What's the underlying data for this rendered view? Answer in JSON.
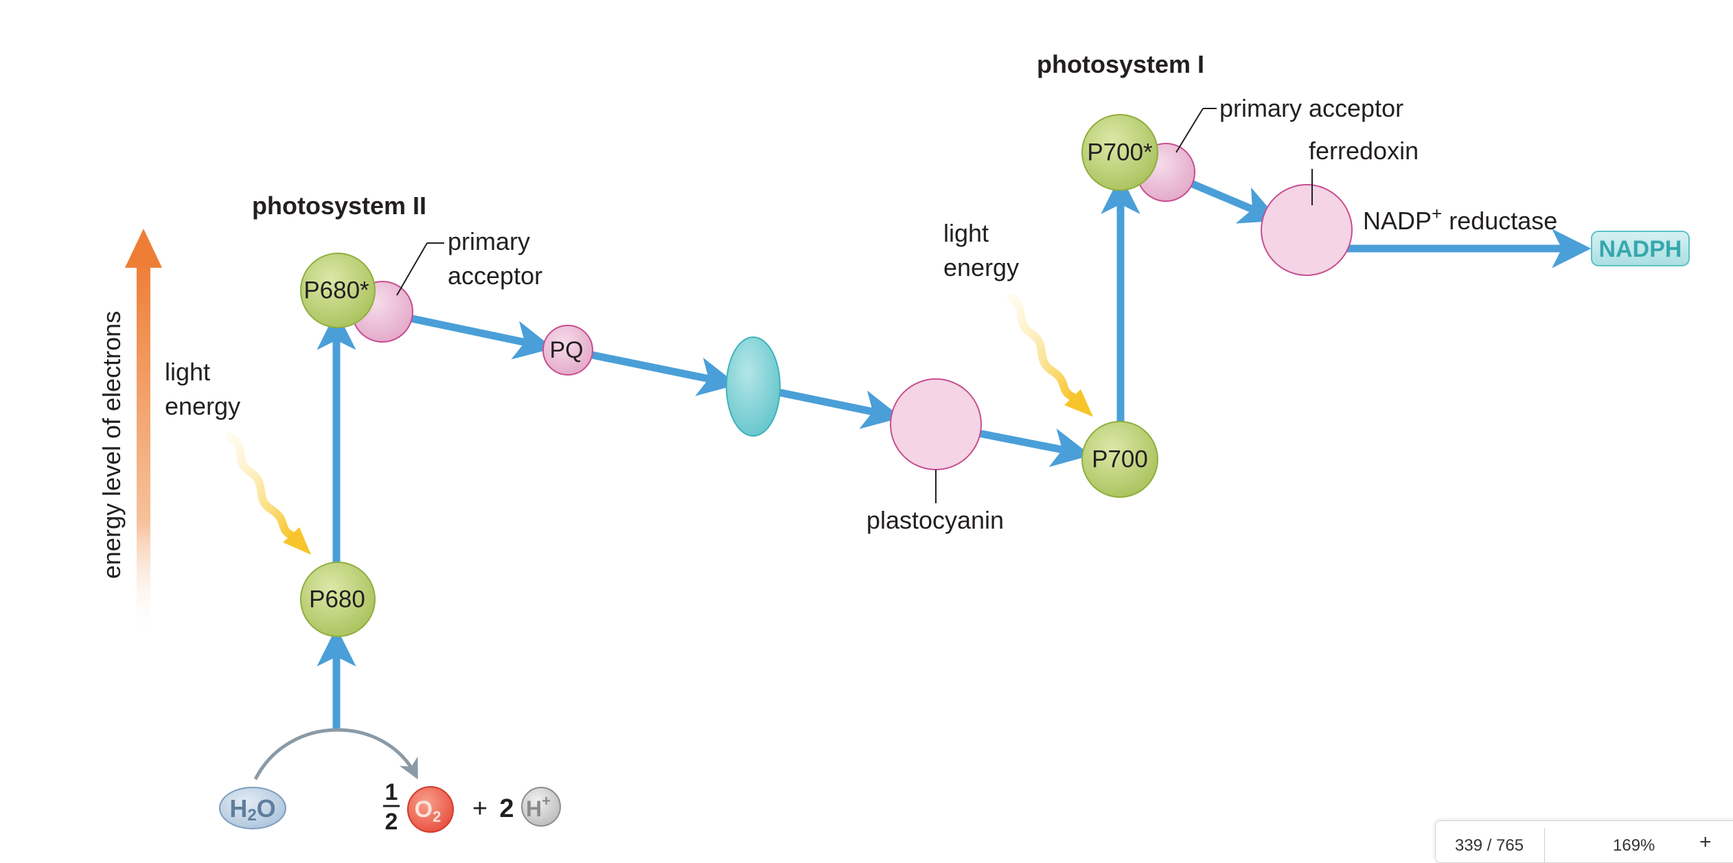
{
  "axis": {
    "label": "energy level of electrons"
  },
  "photosystem_ii": {
    "title": "photosystem II",
    "primary_acceptor_line1": "primary",
    "primary_acceptor_line2": "acceptor",
    "p680_excited": "P680*",
    "p680": "P680",
    "light_line1": "light",
    "light_line2": "energy"
  },
  "transport_chain": {
    "pq": "PQ",
    "plastocyanin": "plastocyanin"
  },
  "photosystem_i": {
    "title": "photosystem I",
    "primary_acceptor": "primary acceptor",
    "p700_excited": "P700*",
    "p700": "P700",
    "light_line1": "light",
    "light_line2": "energy",
    "ferredoxin": "ferredoxin",
    "nadp_base": "NADP",
    "nadp_sup": "+",
    "nadp_rest": " reductase",
    "nadph": "NADPH"
  },
  "water_split": {
    "h2o_h": "H",
    "h2o_sub": "2",
    "h2o_o": "O",
    "half_num": "1",
    "half_den": "2",
    "o2_o": "O",
    "o2_sub": "2",
    "plus": "+",
    "two": "2",
    "h_ion": "H",
    "h_ion_sup": "+"
  },
  "viewer": {
    "page_indicator": "339 / 765",
    "zoom_level": "169%",
    "zoom_in": "+"
  },
  "colors": {
    "arrow_blue": "#4a9fd8",
    "chlorophyll_green": "#bcd27a",
    "acceptor_pink": "#efc3db",
    "carrier_pink": "#f5d5e6",
    "cytochrome_teal": "#7fd0d4",
    "energy_orange": "#ee8a45",
    "light_yellow": "#f7c940",
    "oxygen_red": "#ee5a44",
    "water_blue": "#bfd3e6"
  }
}
